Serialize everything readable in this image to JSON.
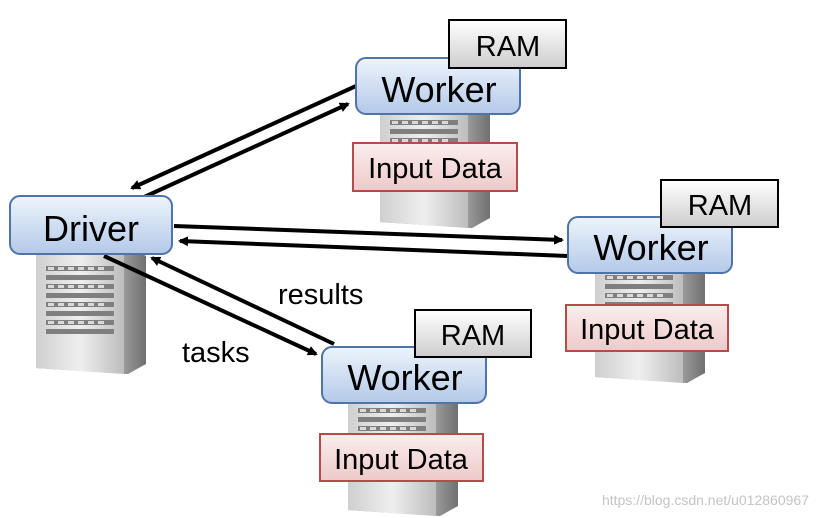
{
  "driver": {
    "label": "Driver"
  },
  "workers": [
    {
      "label": "Worker",
      "memory": "RAM",
      "data": "Input Data"
    },
    {
      "label": "Worker",
      "memory": "RAM",
      "data": "Input Data"
    },
    {
      "label": "Worker",
      "memory": "RAM",
      "data": "Input Data"
    }
  ],
  "edges": {
    "results": "results",
    "tasks": "tasks"
  },
  "watermark": "https://blog.csdn.net/u012860967",
  "colors": {
    "node_fill_top": "#eaf1fb",
    "node_fill_bottom": "#b9cdea",
    "node_stroke": "#4f74a8",
    "data_fill": "#f3d9d9",
    "data_stroke": "#b94a4a",
    "ram_fill_top": "#ffffff",
    "ram_fill_bottom": "#cfcfcf",
    "arrow": "#000000"
  }
}
